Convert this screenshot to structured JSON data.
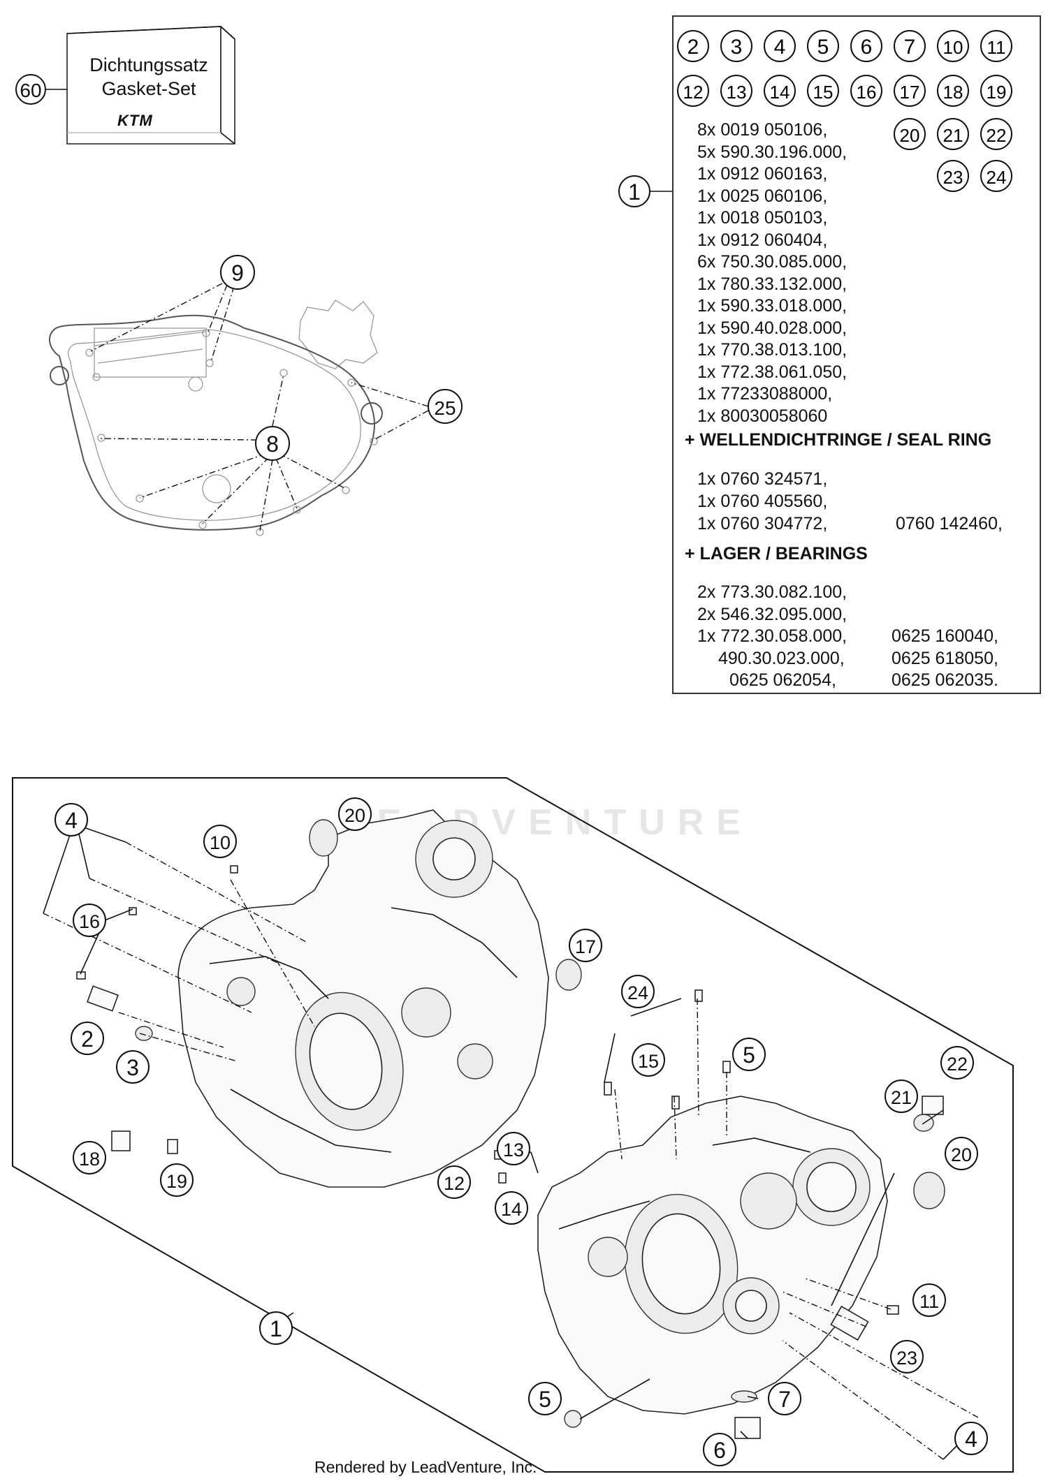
{
  "gasket_set": {
    "callout": "60",
    "line1": "Dichtungssatz",
    "line2": "Gasket-Set",
    "logo": "KTM"
  },
  "parts_list": {
    "callout": "1",
    "ref_numbers": [
      "2",
      "3",
      "4",
      "5",
      "6",
      "7",
      "10",
      "11",
      "12",
      "13",
      "14",
      "15",
      "16",
      "17",
      "18",
      "19",
      "20",
      "21",
      "22",
      "23",
      "24"
    ],
    "items": [
      "8x 0019 050106,",
      "5x 590.30.196.000,",
      "1x 0912 060163,",
      "1x 0025 060106,",
      "1x 0018 050103,",
      "1x 0912 060404,",
      "6x 750.30.085.000,",
      "1x 780.33.132.000,",
      "1x 590.33.018.000,",
      "1x 590.40.028.000,",
      "1x 770.38.013.100,",
      "1x 772.38.061.050,",
      "1x 77233088000,",
      "1x 80030058060"
    ],
    "seal_heading": "+ WELLENDICHTRINGE /  SEAL RING",
    "seal_items": [
      "1x 0760 324571,",
      "1x 0760 405560,",
      "1x 0760 304772,"
    ],
    "seal_extra": "0760 142460,",
    "bearing_heading": "+ LAGER / BEARINGS",
    "bearing_items": [
      "2x 773.30.082.100,",
      "2x 546.32.095.000,",
      "1x 772.30.058.000,",
      "490.30.023.000,",
      "0625 062054,"
    ],
    "bearing_extra": [
      "0625 160040,",
      "0625 618050,",
      "0625 062035."
    ]
  },
  "gasket_callouts": {
    "c9": "9",
    "c8": "8",
    "c25": "25"
  },
  "engine_callouts": {
    "c4a": "4",
    "c16": "16",
    "c10": "10",
    "c20a": "20",
    "c17": "17",
    "c2": "2",
    "c3": "3",
    "c18": "18",
    "c19": "19",
    "c13": "13",
    "c12": "12",
    "c14": "14",
    "c24": "24",
    "c15": "15",
    "c5a": "5",
    "c22": "22",
    "c21": "21",
    "c20b": "20",
    "c11": "11",
    "c1": "1",
    "c23": "23",
    "c5b": "5",
    "c7": "7",
    "c6": "6",
    "c4b": "4"
  },
  "watermark": "LEADVENTURE",
  "footer": "Rendered by LeadVenture, Inc."
}
